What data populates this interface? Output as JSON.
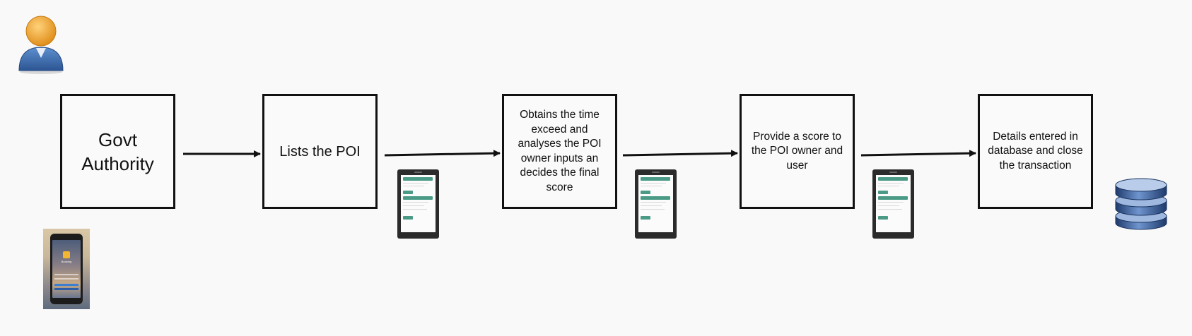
{
  "diagram": {
    "steps": [
      {
        "id": "govt-authority",
        "label": "Govt\nAuthority"
      },
      {
        "id": "lists-poi",
        "label": "Lists the POI"
      },
      {
        "id": "obtains-time",
        "label": "Obtains the time\nexceed and\nanalyses the POI\nowner inputs an\ndecides the final\nscore"
      },
      {
        "id": "provide-score",
        "label": "Provide a score to\nthe POI owner and\nuser"
      },
      {
        "id": "details-entered",
        "label": "Details entered in\ndatabase and close\nthe transaction"
      }
    ],
    "icons": {
      "actor": "user-icon",
      "storage": "database-icon",
      "device": "mobile-app-icon"
    },
    "app_photo": {
      "title": "Booking"
    },
    "colors": {
      "stroke": "#111111",
      "phone_accent": "#4a9a86",
      "database": "#2f4f86",
      "user_head": "#f0a632",
      "user_body": "#3e6fb3"
    }
  }
}
